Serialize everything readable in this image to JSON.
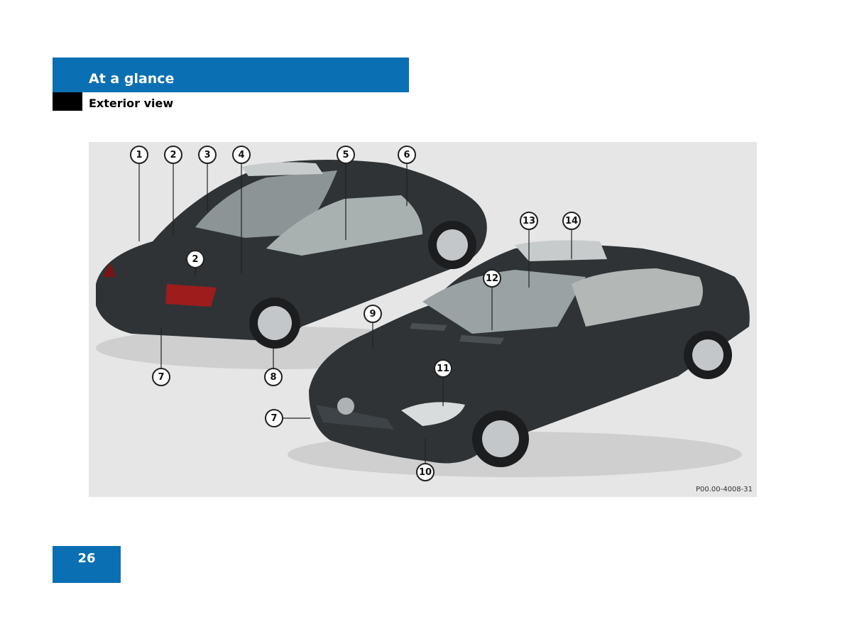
{
  "header": {
    "title": "At a glance",
    "subtitle": "Exterior view"
  },
  "figure": {
    "code": "P00.00-4008-31",
    "callouts": [
      "1",
      "2",
      "3",
      "4",
      "5",
      "6",
      "2",
      "7",
      "8",
      "9",
      "7",
      "10",
      "11",
      "12",
      "13",
      "14"
    ]
  },
  "footer": {
    "page_number": "26"
  },
  "colors": {
    "accent": "#0b6fb3",
    "car_body": "#2f3336",
    "figure_bg": "#e6e6e6"
  }
}
